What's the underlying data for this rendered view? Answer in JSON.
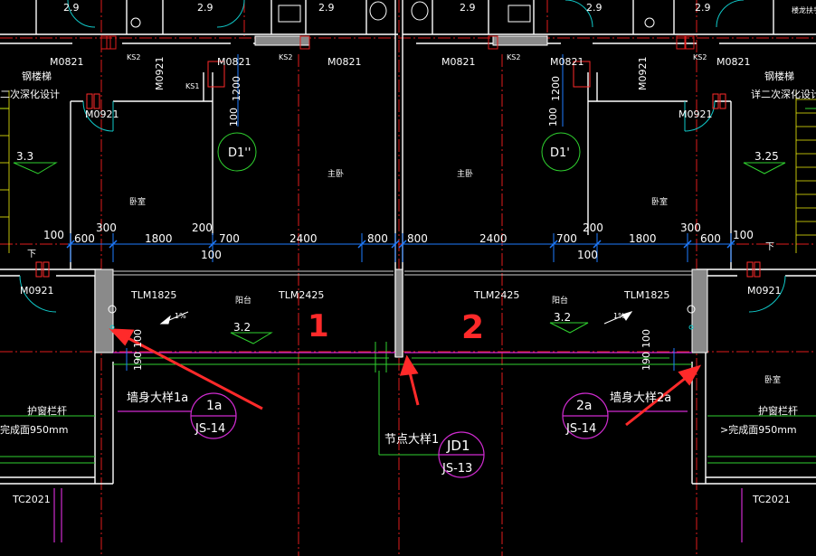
{
  "canvas": {
    "background": "#000000"
  },
  "colors": {
    "wall": "#ffffff",
    "dim": "#1e7bff",
    "axis": "#e01b1b",
    "green": "#2fd12f",
    "yellow": "#f2f20a",
    "magenta": "#d02bd0",
    "cyan": "#10c8c8",
    "redAnno": "#ff2a2a",
    "grey": "#9a9a9a"
  },
  "labels": {
    "room_width_top": [
      "2.9",
      "2.9",
      "2.9",
      "2.9",
      "2.9",
      "2.9"
    ],
    "door_m0821": "M0821",
    "door_m0921": "M0921",
    "ks2": "KS2",
    "ks1": "KS1",
    "steel_stair_left": "钢楼梯",
    "steel_stair_right": "钢楼梯",
    "second_design_left": "二次深化设计",
    "second_design_right": "详二次深化设计",
    "dim_1200": "1200",
    "dim_100": "100",
    "d1pp": "D1''",
    "d1p": "D1'",
    "level_33": "3.3",
    "level_325": "3.25",
    "level_32": "3.2",
    "master_bedroom": "主卧",
    "bedroom": "卧室",
    "dim_row_left": [
      "600",
      "1800",
      "700",
      "2400",
      "800"
    ],
    "dim_row_right": [
      "800",
      "2400",
      "700",
      "1800",
      "600"
    ],
    "dim_300": "300",
    "dim_200": "200",
    "dim_edge_100": "100",
    "down_mark": "下",
    "window_tlm1825": "TLM1825",
    "window_tlm2425": "TLM2425",
    "balcony": "阳台",
    "slope": "1%",
    "dim_190": "190",
    "big_1": "1",
    "big_2": "2",
    "wall_detail_1a": "墙身大样1a",
    "wall_detail_2a": "墙身大样2a",
    "bubble_1a": "1a",
    "bubble_2a": "2a",
    "js14": "JS-14",
    "node_detail": "节点大样1",
    "bubble_jd1": "JD1",
    "js13": "JS-13",
    "railing": "护窗栏杆",
    "finish_left": "完成面950mm",
    "finish_right": ">完成面950mm",
    "tc2021": "TC2021",
    "top_right_tag": "楼龙扶手"
  }
}
